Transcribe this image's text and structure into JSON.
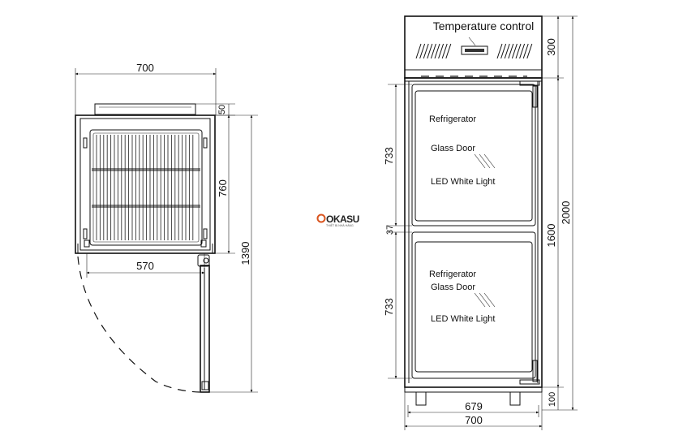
{
  "top_view": {
    "dim_width_total": "700",
    "dim_top_offset": "50",
    "dim_depth_body": "760",
    "dim_inner_width": "570",
    "dim_depth_door_open": "1390"
  },
  "front_view": {
    "control_label": "Temperature control",
    "dim_control_height": "300",
    "upper_door": {
      "title": "Refrigerator",
      "glass": "Glass Door",
      "light": "LED White Light",
      "dim_height": "733"
    },
    "gap_dim": "37",
    "lower_door": {
      "title": "Refrigerator",
      "glass": "Glass Door",
      "light": "LED White Light",
      "dim_height": "733"
    },
    "dim_body_height": "1600",
    "dim_total_height": "2000",
    "dim_leg_height": "100",
    "dim_leg_spacing": "679",
    "dim_width_total": "700"
  },
  "watermark": {
    "brand": "OKASU",
    "tagline": "THIẾT BỊ NHÀ HÀNG"
  },
  "colors": {
    "line": "#111111",
    "background": "#ffffff"
  }
}
